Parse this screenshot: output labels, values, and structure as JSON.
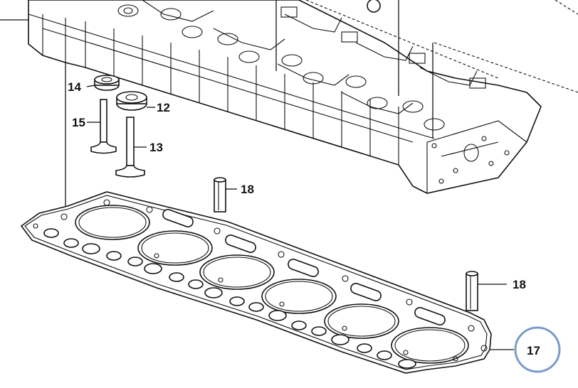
{
  "diagram": {
    "callouts": [
      {
        "id": "c14",
        "label": "14"
      },
      {
        "id": "c12",
        "label": "12"
      },
      {
        "id": "c15",
        "label": "15"
      },
      {
        "id": "c13",
        "label": "13"
      },
      {
        "id": "c18a",
        "label": "18"
      },
      {
        "id": "c18b",
        "label": "18"
      },
      {
        "id": "c17",
        "label": "17"
      }
    ],
    "highlight_color": "#7a9cc8",
    "line_color": "#111111"
  }
}
